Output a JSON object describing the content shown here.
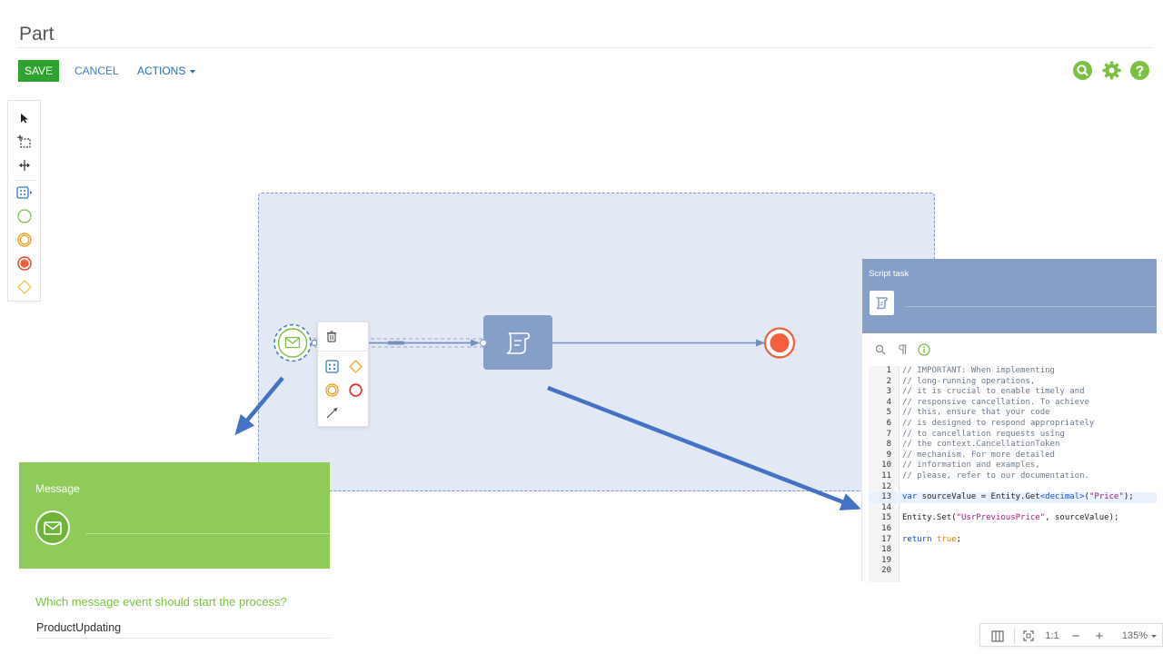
{
  "header": {
    "title": "Part",
    "save_label": "SAVE",
    "cancel_label": "CANCEL",
    "actions_label": "ACTIONS"
  },
  "top_icons": [
    "search-icon",
    "gear-icon",
    "help-icon"
  ],
  "toolbar": {
    "tools": [
      "pointer-tool",
      "lasso-tool",
      "space-tool",
      "task-tool",
      "start-event-tool",
      "intermediate-event-tool",
      "end-event-tool",
      "gateway-tool"
    ]
  },
  "colors": {
    "save_green": "#2fa32f",
    "brand_green": "#8fcb59",
    "link_blue": "#2a6cb6",
    "lane_fill": "#e2e9f5",
    "task_fill": "#869fc6",
    "end_event": "#f4603c",
    "arrow_blue": "#4472c4"
  },
  "message_panel": {
    "title": "Message",
    "question": "Which message event should start the process?",
    "value": "ProductUpdating"
  },
  "script_panel": {
    "title": "Script task",
    "code_lines": [
      {
        "n": "1",
        "parts": [
          {
            "t": "// IMPORTANT: When implementing",
            "c": "c-com"
          }
        ]
      },
      {
        "n": "2",
        "parts": [
          {
            "t": "// long-running operations,",
            "c": "c-com"
          }
        ]
      },
      {
        "n": "3",
        "parts": [
          {
            "t": "// it is crucial to enable timely and",
            "c": "c-com"
          }
        ]
      },
      {
        "n": "4",
        "parts": [
          {
            "t": "// responsive cancellation. To achieve",
            "c": "c-com"
          }
        ]
      },
      {
        "n": "5",
        "parts": [
          {
            "t": "// this, ensure that your code",
            "c": "c-com"
          }
        ]
      },
      {
        "n": "6",
        "parts": [
          {
            "t": "// is designed to respond appropriately",
            "c": "c-com"
          }
        ]
      },
      {
        "n": "7",
        "parts": [
          {
            "t": "// to cancellation requests using",
            "c": "c-com"
          }
        ]
      },
      {
        "n": "8",
        "parts": [
          {
            "t": "// the context.CancellationToken",
            "c": "c-com"
          }
        ]
      },
      {
        "n": "9",
        "parts": [
          {
            "t": "// mechanism. For more detailed",
            "c": "c-com"
          }
        ]
      },
      {
        "n": "10",
        "parts": [
          {
            "t": "// information and examples,",
            "c": "c-com"
          }
        ]
      },
      {
        "n": "11",
        "parts": [
          {
            "t": "// please, refer to our documentation.",
            "c": "c-com"
          }
        ]
      },
      {
        "n": "12",
        "parts": []
      },
      {
        "n": "13",
        "active": true,
        "parts": [
          {
            "t": "var",
            "c": "c-kw"
          },
          {
            "t": " sourceValue = Entity.Get",
            "c": "c-plain"
          },
          {
            "t": "<decimal>",
            "c": "c-type"
          },
          {
            "t": "(",
            "c": "c-plain"
          },
          {
            "t": "\"Price\"",
            "c": "c-str"
          },
          {
            "t": ");",
            "c": "c-plain"
          }
        ]
      },
      {
        "n": "14",
        "parts": []
      },
      {
        "n": "15",
        "parts": [
          {
            "t": "Entity.Set(",
            "c": "c-plain"
          },
          {
            "t": "\"UsrPreviousPrice\"",
            "c": "c-str"
          },
          {
            "t": ", sourceValue);",
            "c": "c-plain"
          }
        ]
      },
      {
        "n": "16",
        "parts": []
      },
      {
        "n": "17",
        "parts": [
          {
            "t": "return",
            "c": "c-kw"
          },
          {
            "t": " ",
            "c": "c-plain"
          },
          {
            "t": "true",
            "c": "c-bool"
          },
          {
            "t": ";",
            "c": "c-plain"
          }
        ]
      },
      {
        "n": "18",
        "parts": []
      },
      {
        "n": "19",
        "parts": []
      },
      {
        "n": "20",
        "parts": []
      }
    ]
  },
  "zoom_bar": {
    "actual_size_label": "1:1",
    "zoom_out_label": "−",
    "zoom_in_label": "+",
    "zoom_level": "135%"
  }
}
